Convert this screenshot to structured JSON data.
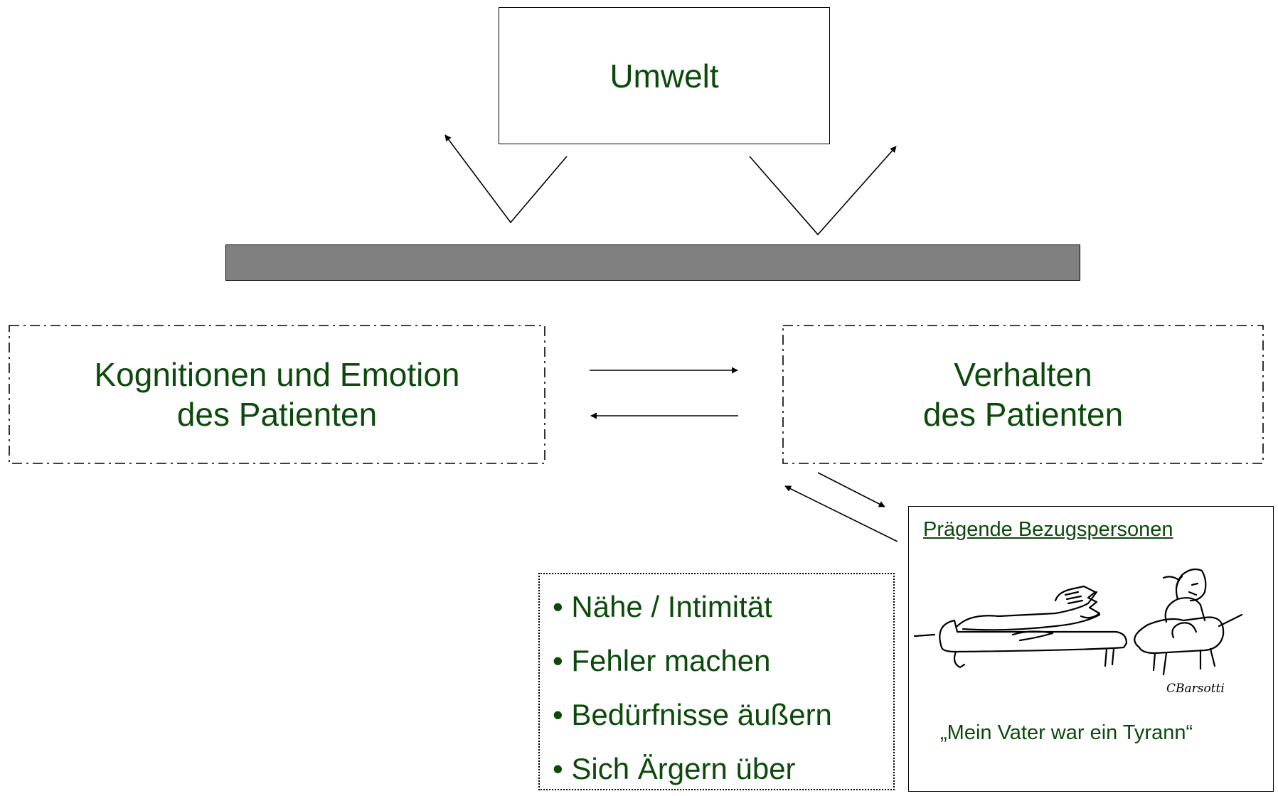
{
  "umwelt_label": "Umwelt",
  "kognition_label": [
    "Kognitionen und Emotion",
    "des Patienten"
  ],
  "verhalten_label": [
    "Verhalten",
    "des Patienten"
  ],
  "bullets": [
    "• Nähe / Intimität",
    "• Fehler machen",
    "• Bedürfnisse äußern",
    "• Sich Ärgern über"
  ],
  "panel": {
    "title": "Prägende Bezugspersonen",
    "signature": "CBarsotti",
    "quote": "„Mein Vater war ein Tyrann“"
  },
  "colors": {
    "text_green": "#0b4a0b",
    "bar_gray": "#808080",
    "line": "#000000"
  }
}
